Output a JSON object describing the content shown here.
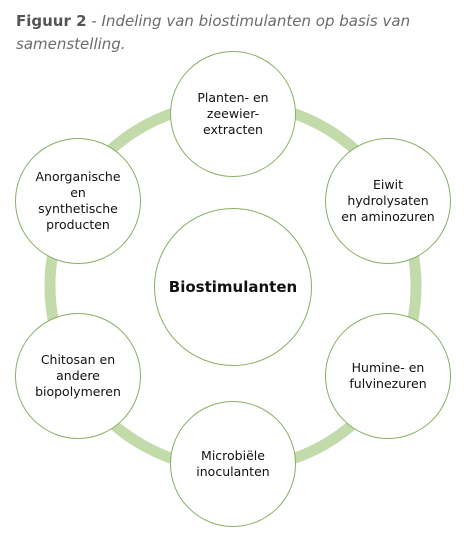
{
  "caption": {
    "label": "Figuur 2",
    "text": "- Indeling van biostimulanten op basis van samenstelling."
  },
  "colors": {
    "ring": "#c3dbab",
    "node_border": "#88b063",
    "text": "#111111",
    "caption": "#6b6b6b"
  },
  "diagram": {
    "center": {
      "label": "Biostimulanten"
    },
    "nodes": [
      {
        "id": "planten",
        "label": "Planten- en\nzeewier-\nextracten"
      },
      {
        "id": "eiwit",
        "label": "Eiwit\nhydrolysaten\nen aminozuren"
      },
      {
        "id": "humine",
        "label": "Humine- en\nfulvinezuren"
      },
      {
        "id": "microbiele",
        "label": "Microbiële\ninoculanten"
      },
      {
        "id": "chitosan",
        "label": "Chitosan en\nandere\nbiopolymeren"
      },
      {
        "id": "anorganische",
        "label": "Anorganische\nen\nsynthetische\nproducten"
      }
    ]
  }
}
